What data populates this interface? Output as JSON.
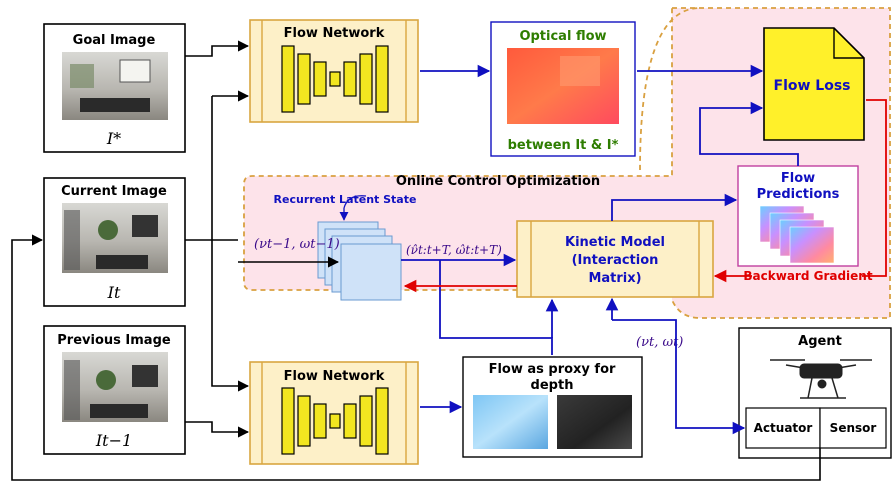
{
  "labels": {
    "goal_image": "Goal Image",
    "goal_symbol": "I*",
    "current_image": "Current Image",
    "current_symbol": "It",
    "previous_image": "Previous Image",
    "previous_symbol": "It−1",
    "flow_network_top": "Flow Network",
    "flow_network_bottom": "Flow Network",
    "optical_flow": "Optical flow",
    "between": "between It & I*",
    "flow_loss": "Flow Loss",
    "online_control": "Online Control Optimization",
    "recurrent_latent": "Recurrent Latent State",
    "input_velocity": "(νt−1, ωt−1)",
    "predicted_velocity": "(ν̂t:t+T, ω̂t:t+T)",
    "kinetic_line1": "Kinetic Model",
    "kinetic_line2": "(Interaction",
    "kinetic_line3": "Matrix)",
    "flow_predictions_line1": "Flow",
    "flow_predictions_line2": "Predictions",
    "backward_gradient": "Backward Gradient",
    "output_velocity": "(νt, ωt)",
    "agent": "Agent",
    "actuator": "Actuator",
    "sensor": "Sensor",
    "flow_proxy_line1": "Flow as proxy for",
    "flow_proxy_line2": "depth"
  },
  "colors": {
    "arrow_blue": "#1010c0",
    "arrow_red": "#e00000",
    "label_green": "#2e7d00",
    "net_fill": "#fdf0c8",
    "net_border": "#d9a640",
    "net_bar": "#f2e620",
    "loss_fill": "#fff02a",
    "pink_region": "#fde3ea",
    "dash_orange": "#d9a040",
    "latent_fill": "#cfe2f8",
    "velocity_purple": "#3a0a8a"
  }
}
